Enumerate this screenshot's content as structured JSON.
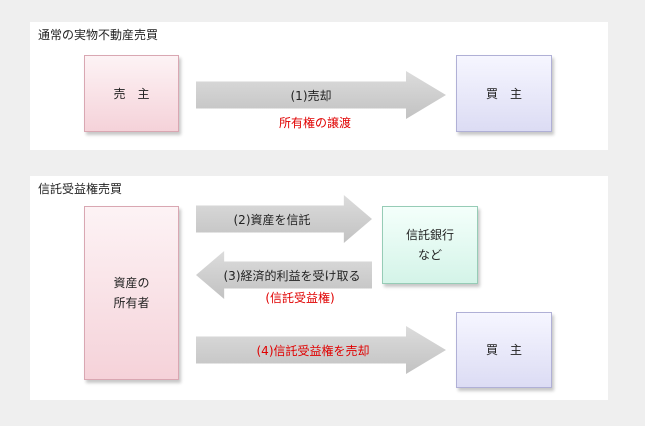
{
  "normal_sale": {
    "title": "通常の実物不動産売買",
    "seller": "売　主",
    "buyer": "買　主",
    "arrow_label": "(1)売却",
    "transfer_note": "所有権の譲渡"
  },
  "trust_sale": {
    "title": "信託受益権売買",
    "owner": "資産の\n所有者",
    "trust_bank": "信託銀行\nなど",
    "buyer": "買　主",
    "arrow2_label": "(2)資産を信託",
    "arrow3_label": "(3)経済的利益を受け取る",
    "arrow3_note": "(信託受益権)",
    "arrow4_label": "(4)信託受益権を売却"
  }
}
